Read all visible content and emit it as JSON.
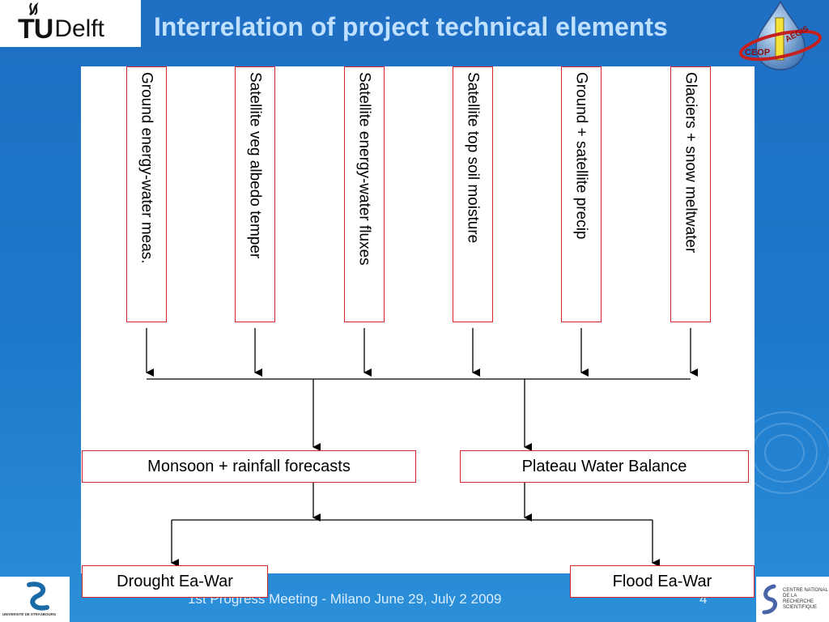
{
  "slide": {
    "title": "Interrelation of project technical elements",
    "footer": "1st Progress Meeting - Milano June 29, July 2 2009",
    "page_number": "4"
  },
  "logos": {
    "tudelft": {
      "tu": "TU",
      "delft": "Delft"
    },
    "ceop_aegis": {
      "left": "CEOP",
      "right": "AEGIS"
    },
    "unistra": "UNIVERSITÉ DE STRASBOURG",
    "cnrs": "CENTRE NATIONAL DE LA RECHERCHE SCIENTIFIQUE"
  },
  "diagram": {
    "inputs": [
      "Ground energy-water meas.",
      "Satellite veg albedo temper",
      "Satellite energy-water fluxes",
      "Satellite top soil moisture",
      "Ground + satellite precip",
      "Glaciers + snow meltwater"
    ],
    "middle": [
      "Monsoon + rainfall forecasts",
      "Plateau Water Balance"
    ],
    "outputs": [
      "Drought Ea-War",
      "Flood Ea-War"
    ]
  },
  "colors": {
    "background": "#1d79cc",
    "title": "#bfe0ff",
    "box_border": "#d6262c"
  }
}
